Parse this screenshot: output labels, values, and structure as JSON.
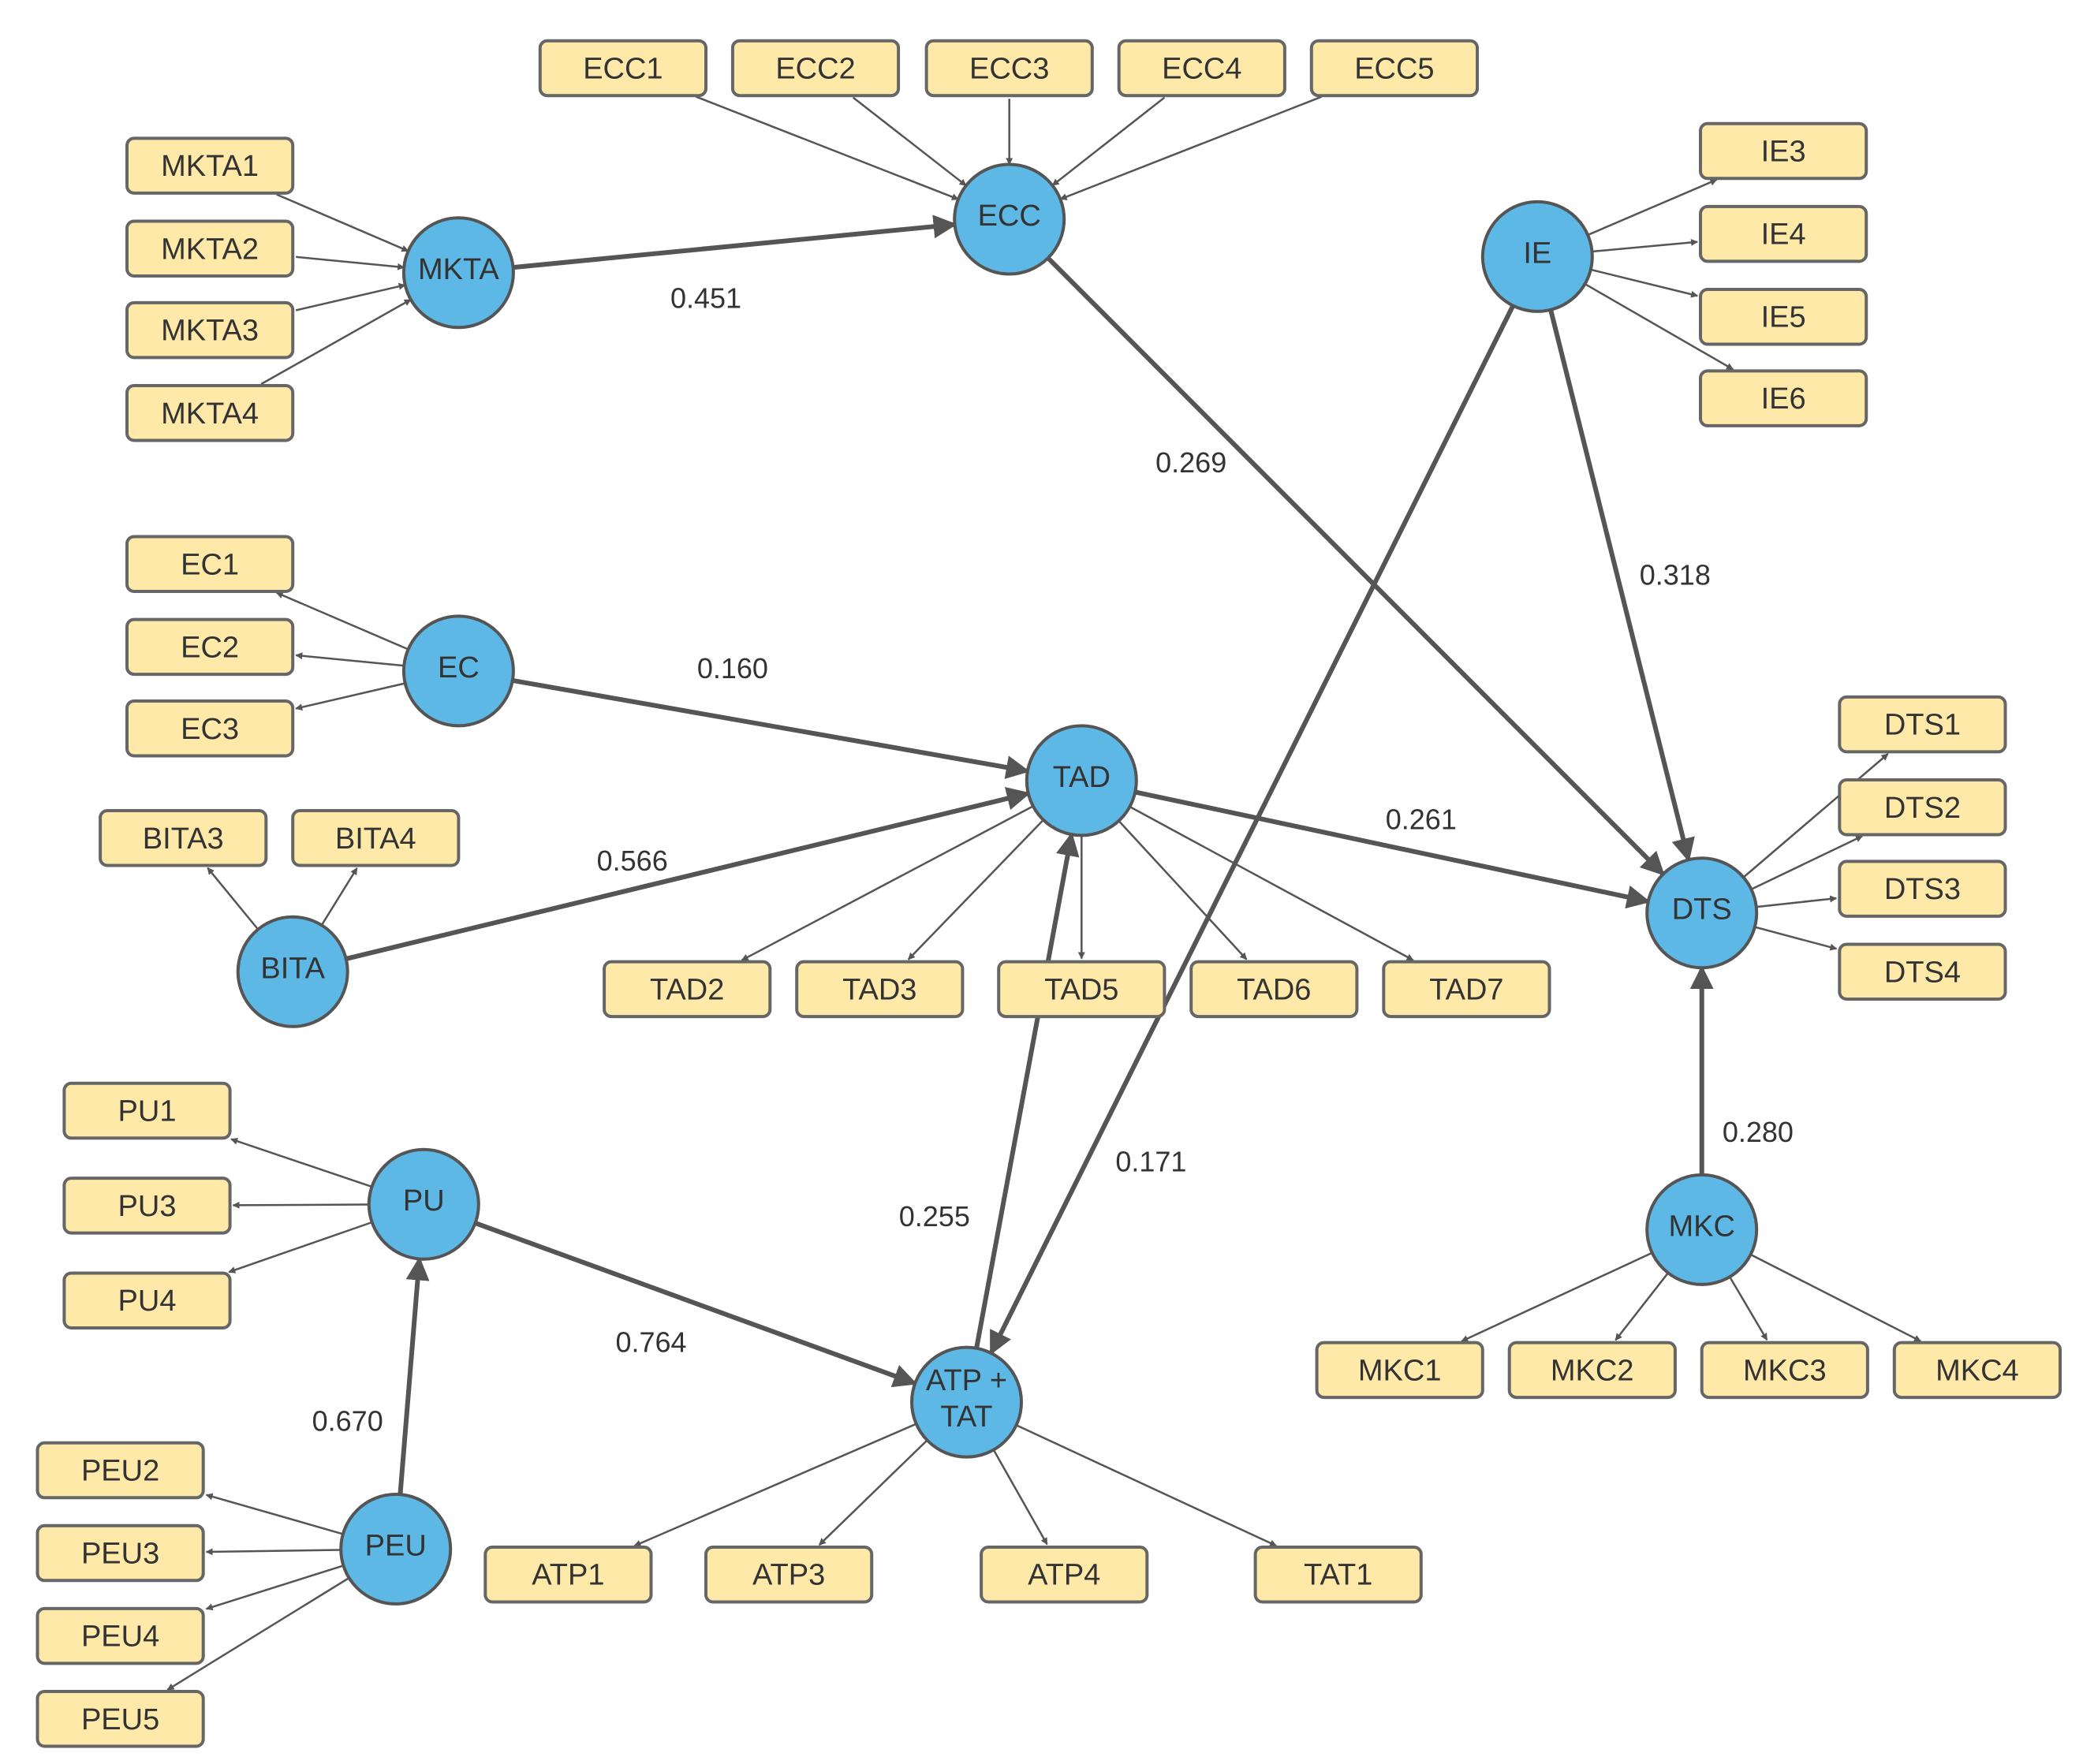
{
  "colors": {
    "indicator_fill": "#FFE9A8",
    "latent_fill": "#5EB8E6",
    "edge": "#555555",
    "text": "#333333"
  },
  "latents": [
    {
      "id": "MKTA",
      "lines": [
        "MKTA"
      ]
    },
    {
      "id": "ECC",
      "lines": [
        "ECC"
      ]
    },
    {
      "id": "IE",
      "lines": [
        "IE"
      ]
    },
    {
      "id": "EC",
      "lines": [
        "EC"
      ]
    },
    {
      "id": "TAD",
      "lines": [
        "TAD"
      ]
    },
    {
      "id": "BITA",
      "lines": [
        "BITA"
      ]
    },
    {
      "id": "DTS",
      "lines": [
        "DTS"
      ]
    },
    {
      "id": "PU",
      "lines": [
        "PU"
      ]
    },
    {
      "id": "MKC",
      "lines": [
        "MKC"
      ]
    },
    {
      "id": "ATPTAT",
      "lines": [
        "ATP +",
        "TAT"
      ]
    },
    {
      "id": "PEU",
      "lines": [
        "PEU"
      ]
    }
  ],
  "indicators": [
    "ECC1",
    "ECC2",
    "ECC3",
    "ECC4",
    "ECC5",
    "MKTA1",
    "MKTA2",
    "MKTA3",
    "MKTA4",
    "IE3",
    "IE4",
    "IE5",
    "IE6",
    "EC1",
    "EC2",
    "EC3",
    "BITA3",
    "BITA4",
    "DTS1",
    "DTS2",
    "DTS3",
    "DTS4",
    "TAD2",
    "TAD3",
    "TAD5",
    "TAD6",
    "TAD7",
    "PU1",
    "PU3",
    "PU4",
    "MKC1",
    "MKC2",
    "MKC3",
    "MKC4",
    "PEU2",
    "PEU3",
    "PEU4",
    "PEU5",
    "ATP1",
    "ATP3",
    "ATP4",
    "TAT1"
  ],
  "measurement_edges": [
    {
      "from": "ECC1",
      "to": "ECC"
    },
    {
      "from": "ECC2",
      "to": "ECC"
    },
    {
      "from": "ECC3",
      "to": "ECC"
    },
    {
      "from": "ECC4",
      "to": "ECC"
    },
    {
      "from": "ECC5",
      "to": "ECC"
    },
    {
      "from": "MKTA1",
      "to": "MKTA"
    },
    {
      "from": "MKTA2",
      "to": "MKTA"
    },
    {
      "from": "MKTA3",
      "to": "MKTA"
    },
    {
      "from": "MKTA4",
      "to": "MKTA"
    },
    {
      "from": "IE",
      "to": "IE3"
    },
    {
      "from": "IE",
      "to": "IE4"
    },
    {
      "from": "IE",
      "to": "IE5"
    },
    {
      "from": "IE",
      "to": "IE6"
    },
    {
      "from": "EC",
      "to": "EC1"
    },
    {
      "from": "EC",
      "to": "EC2"
    },
    {
      "from": "EC",
      "to": "EC3"
    },
    {
      "from": "BITA",
      "to": "BITA3"
    },
    {
      "from": "BITA",
      "to": "BITA4"
    },
    {
      "from": "DTS",
      "to": "DTS1"
    },
    {
      "from": "DTS",
      "to": "DTS2"
    },
    {
      "from": "DTS",
      "to": "DTS3"
    },
    {
      "from": "DTS",
      "to": "DTS4"
    },
    {
      "from": "TAD",
      "to": "TAD2"
    },
    {
      "from": "TAD",
      "to": "TAD3"
    },
    {
      "from": "TAD",
      "to": "TAD5"
    },
    {
      "from": "TAD",
      "to": "TAD6"
    },
    {
      "from": "TAD",
      "to": "TAD7"
    },
    {
      "from": "PU",
      "to": "PU1"
    },
    {
      "from": "PU",
      "to": "PU3"
    },
    {
      "from": "PU",
      "to": "PU4"
    },
    {
      "from": "MKC",
      "to": "MKC1"
    },
    {
      "from": "MKC",
      "to": "MKC2"
    },
    {
      "from": "MKC",
      "to": "MKC3"
    },
    {
      "from": "MKC",
      "to": "MKC4"
    },
    {
      "from": "PEU",
      "to": "PEU2"
    },
    {
      "from": "PEU",
      "to": "PEU3"
    },
    {
      "from": "PEU",
      "to": "PEU4"
    },
    {
      "from": "PEU",
      "to": "PEU5"
    },
    {
      "from": "ATPTAT",
      "to": "ATP1"
    },
    {
      "from": "ATPTAT",
      "to": "ATP3"
    },
    {
      "from": "ATPTAT",
      "to": "ATP4"
    },
    {
      "from": "ATPTAT",
      "to": "TAT1"
    }
  ],
  "structural_edges": [
    {
      "from": "MKTA",
      "to": "ECC",
      "coef": "0.451"
    },
    {
      "from": "ECC",
      "to": "DTS",
      "coef": "0.269"
    },
    {
      "from": "IE",
      "to": "DTS",
      "coef": "0.318"
    },
    {
      "from": "EC",
      "to": "TAD",
      "coef": "0.160"
    },
    {
      "from": "BITA",
      "to": "TAD",
      "coef": "0.566"
    },
    {
      "from": "TAD",
      "to": "DTS",
      "coef": "0.261"
    },
    {
      "from": "IE",
      "to": "ATPTAT",
      "coef": "0.171"
    },
    {
      "from": "ATPTAT",
      "to": "TAD",
      "coef": "0.255"
    },
    {
      "from": "MKC",
      "to": "DTS",
      "coef": "0.280"
    },
    {
      "from": "PU",
      "to": "ATPTAT",
      "coef": "0.764"
    },
    {
      "from": "PEU",
      "to": "PU",
      "coef": "0.670"
    }
  ]
}
